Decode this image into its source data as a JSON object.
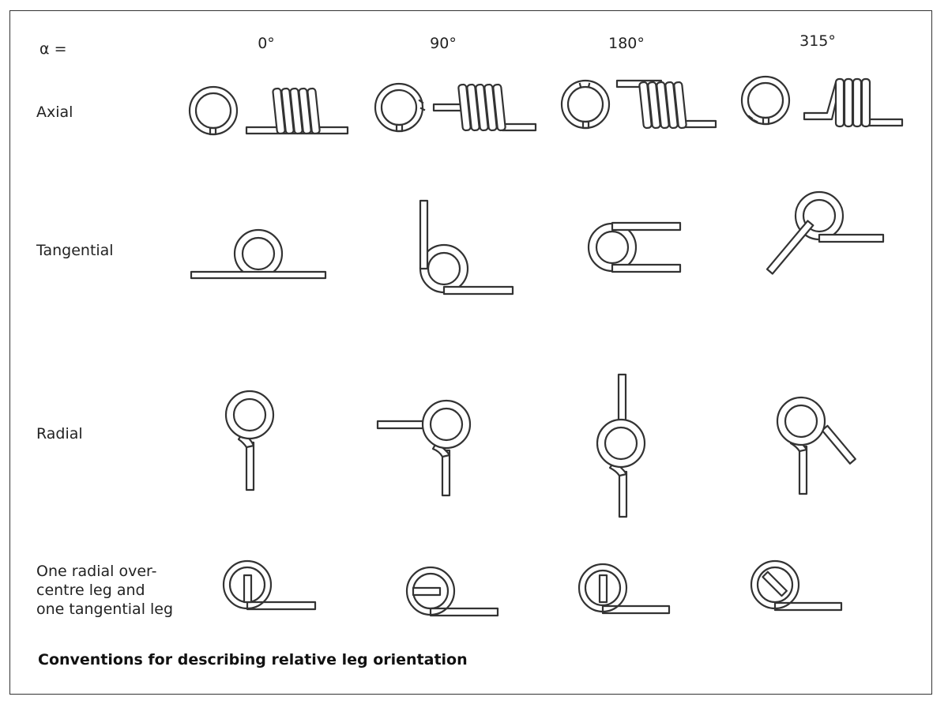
{
  "header": {
    "alpha_label": "α =",
    "angles": [
      "0°",
      "90°",
      "180°",
      "315°"
    ]
  },
  "rows": {
    "axial": "Axial",
    "tangential": "Tangential",
    "radial": "Radial",
    "overcentre": "One radial over-\ncentre leg and\none tangential leg"
  },
  "caption": "Conventions for describing relative leg orientation",
  "colors": {
    "stroke": "#333333",
    "background": "#ffffff"
  }
}
